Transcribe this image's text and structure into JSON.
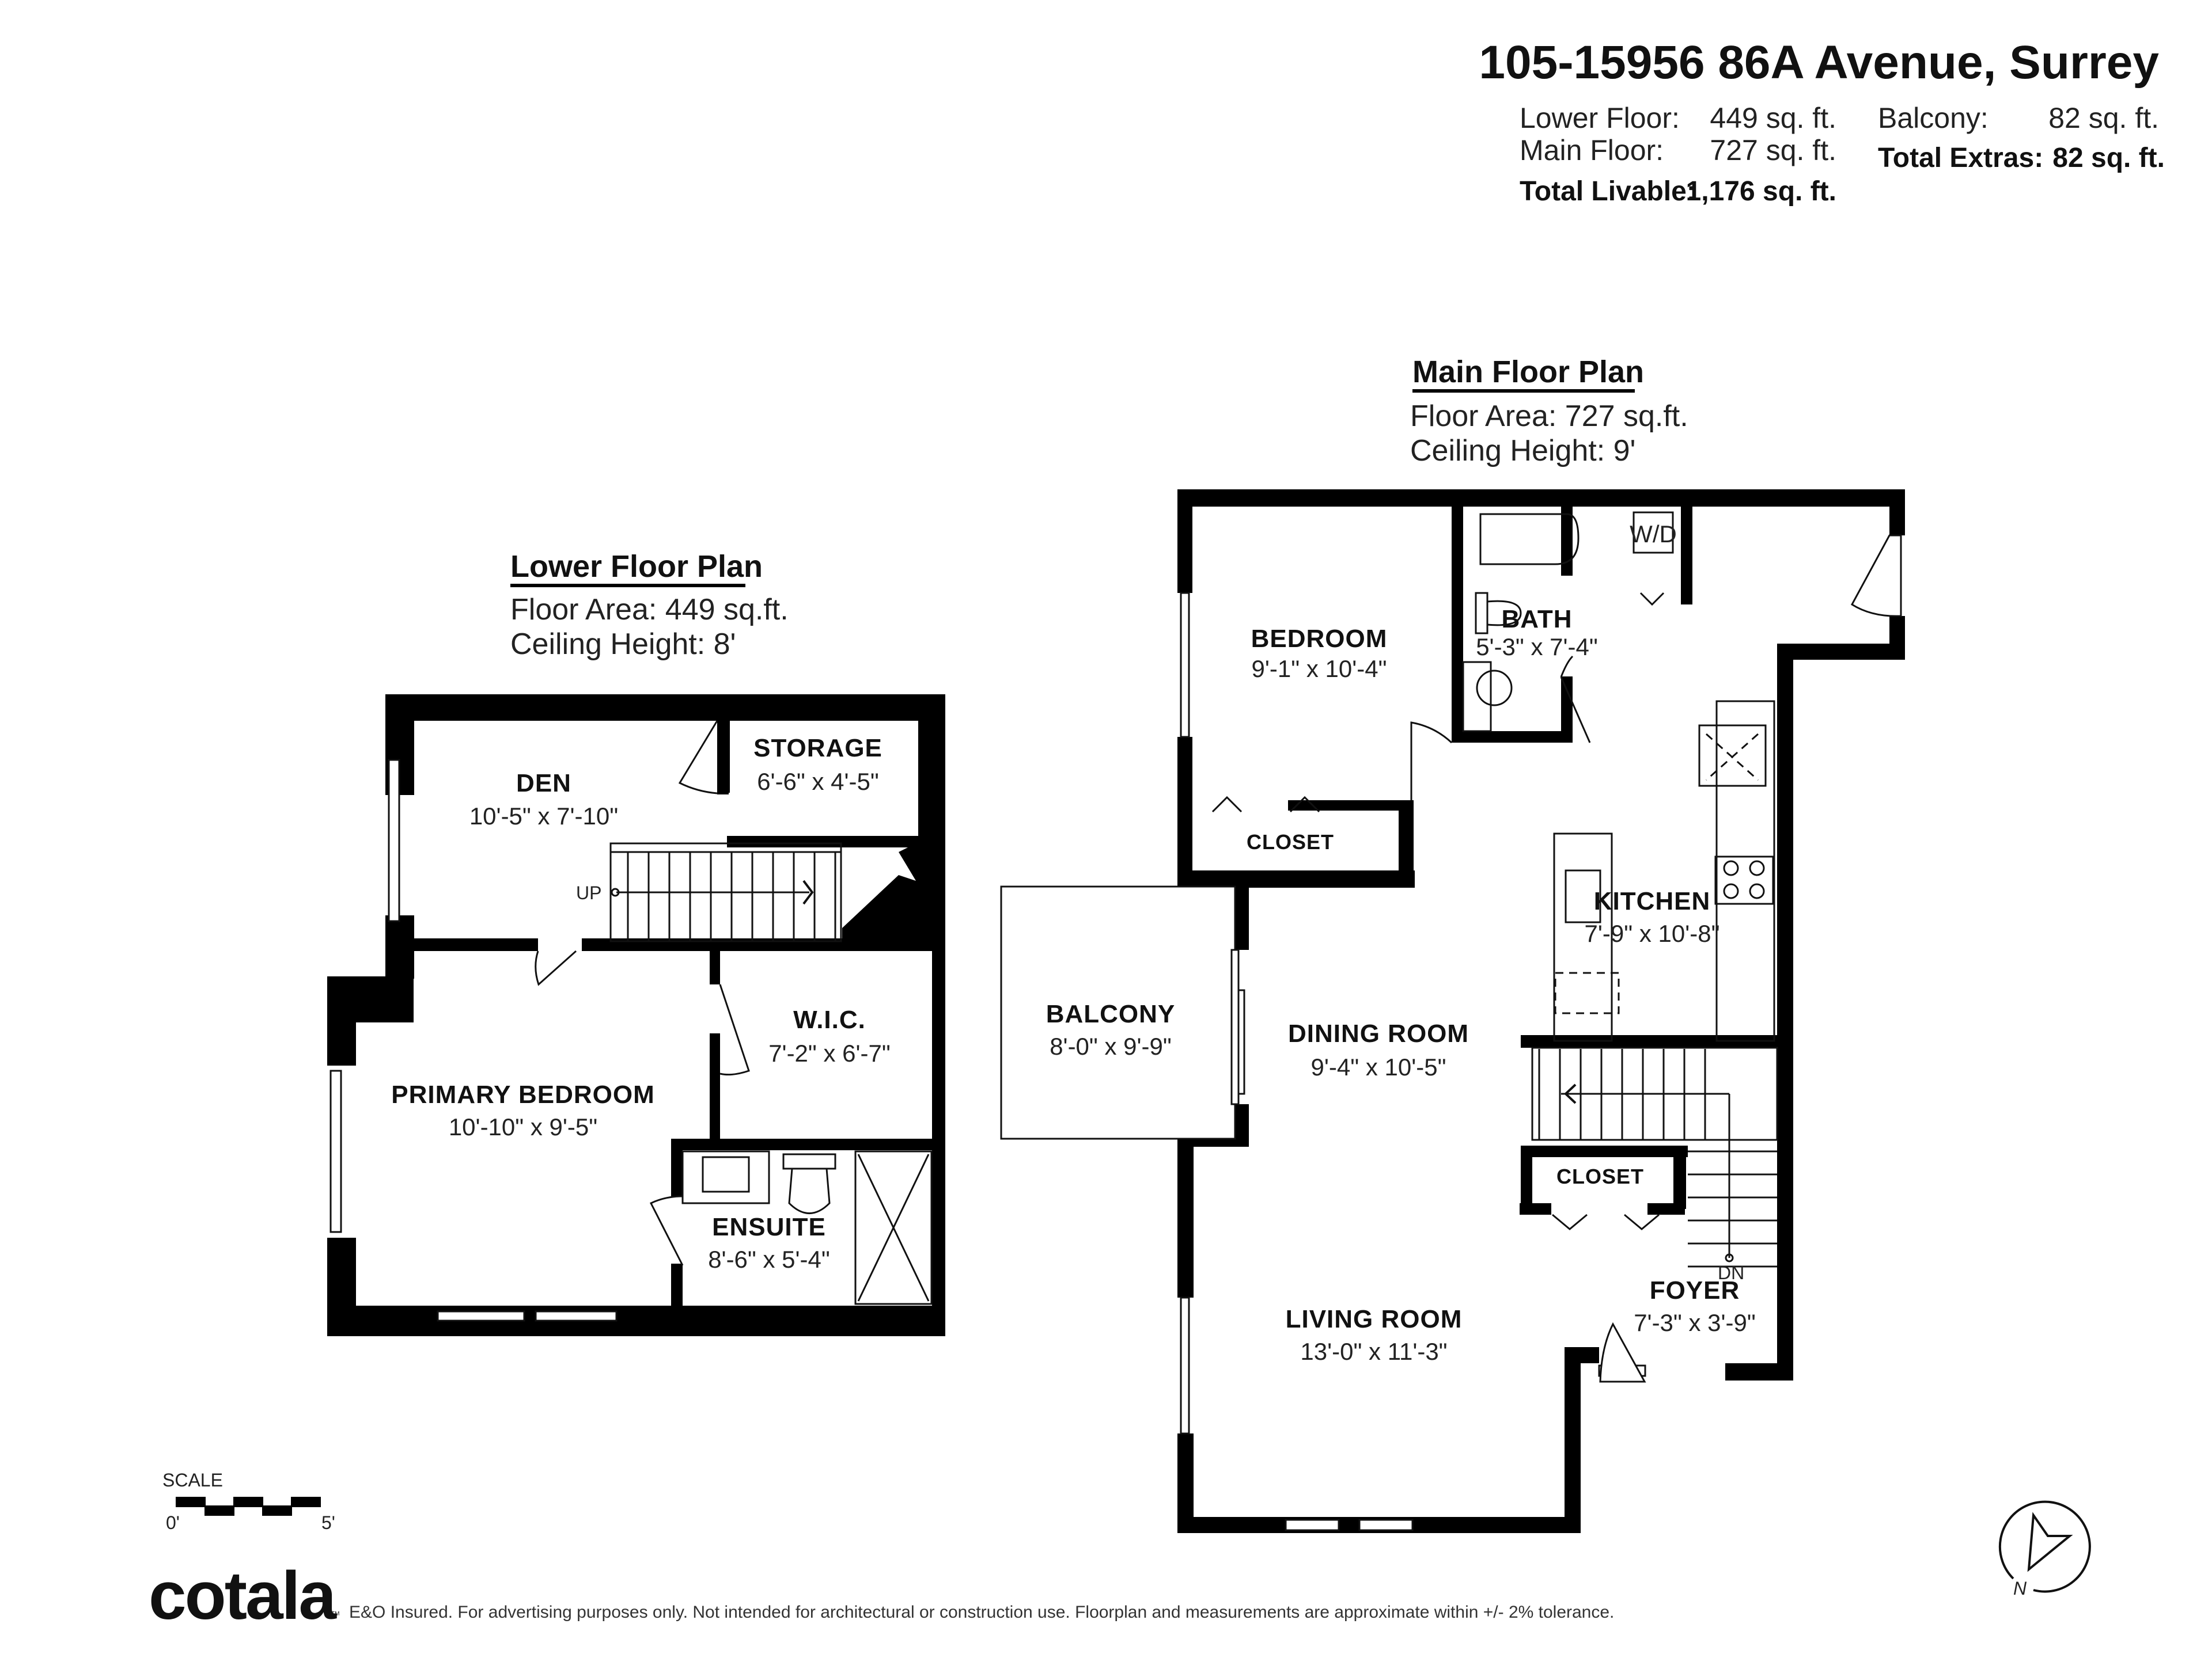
{
  "header": {
    "address": "105-15956 86A Avenue, Surrey",
    "stats": {
      "lower_floor_label": "Lower Floor:",
      "lower_floor_value": "449 sq. ft.",
      "main_floor_label": "Main Floor:",
      "main_floor_value": "727 sq. ft.",
      "total_livable_label": "Total Livable:",
      "total_livable_value": "1,176 sq. ft.",
      "balcony_label": "Balcony:",
      "balcony_value": "82 sq. ft.",
      "total_extras_label": "Total Extras:",
      "total_extras_value": "82 sq. ft."
    }
  },
  "lower_floor": {
    "heading": "Lower Floor Plan",
    "floor_area": "Floor Area: 449 sq.ft.",
    "ceiling_height": "Ceiling Height: 8'",
    "stairs_label": "UP",
    "rooms": [
      {
        "name": "DEN",
        "dims": "10'-5\" x 7'-10\""
      },
      {
        "name": "STORAGE",
        "dims": "6'-6\" x 4'-5\""
      },
      {
        "name": "W.I.C.",
        "dims": "7'-2\" x 6'-7\""
      },
      {
        "name": "PRIMARY BEDROOM",
        "dims": "10'-10\" x 9'-5\""
      },
      {
        "name": "ENSUITE",
        "dims": "8'-6\" x 5'-4\""
      }
    ]
  },
  "main_floor": {
    "heading": "Main Floor Plan",
    "floor_area": "Floor Area: 727 sq.ft.",
    "ceiling_height": "Ceiling Height: 9'",
    "stairs_label": "DN",
    "wd_label": "W/D",
    "rooms": [
      {
        "name": "BEDROOM",
        "dims": "9'-1\" x 10'-4\""
      },
      {
        "name": "BATH",
        "dims": "5'-3\" x 7'-4\""
      },
      {
        "name": "CLOSET",
        "dims": ""
      },
      {
        "name": "KITCHEN",
        "dims": "7'-9\" x 10'-8\""
      },
      {
        "name": "BALCONY",
        "dims": "8'-0\" x 9'-9\""
      },
      {
        "name": "DINING ROOM",
        "dims": "9'-4\" x 10'-5\""
      },
      {
        "name": "CLOSET",
        "dims": ""
      },
      {
        "name": "FOYER",
        "dims": "7'-3\" x 3'-9\""
      },
      {
        "name": "LIVING ROOM",
        "dims": "13'-0\" x 11'-3\""
      }
    ]
  },
  "scale": {
    "label": "SCALE",
    "start": "0'",
    "end": "5'"
  },
  "compass": {
    "label": "N",
    "icon": "north-arrow-icon"
  },
  "footer": {
    "brand": "cotala",
    "trademark": "TM",
    "disclaimer": "E&O Insured. For advertising purposes only. Not intended for architectural or construction use. Floorplan and measurements are approximate within +/- 2% tolerance."
  }
}
